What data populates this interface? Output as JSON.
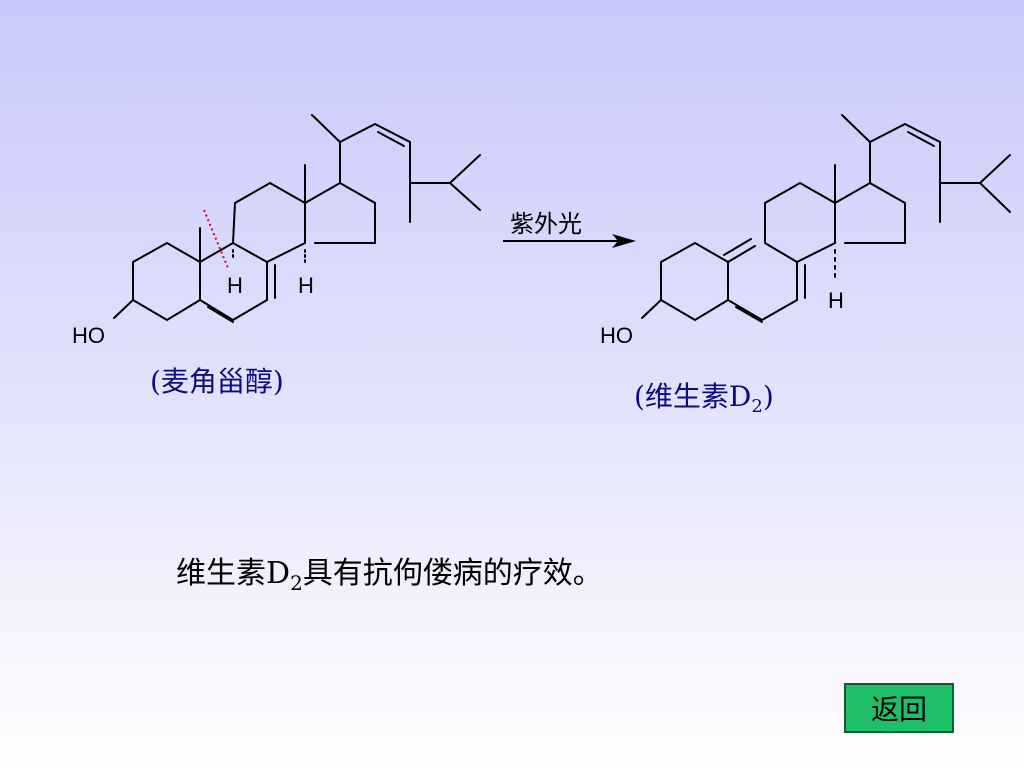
{
  "reaction": {
    "arrow_label": "紫外光",
    "ergosterol": {
      "hydroxyl": "HO",
      "h_labels": [
        "H",
        "H"
      ],
      "caption_prefix": "(麦角甾醇)"
    },
    "vitamin_d2": {
      "hydroxyl": "HO",
      "h_label": "H",
      "caption_prefix": "(维生素D",
      "caption_sub": "2",
      "caption_suffix": ")"
    }
  },
  "statement": {
    "prefix": "维生素D",
    "sub": "2",
    "suffix": "具有抗佝偻病的疗效。"
  },
  "back_button": {
    "label": "返回"
  },
  "colors": {
    "caption": "#0c0c80",
    "cleavage_mark": "#e0002a",
    "button_fill": "#1fbf6a"
  }
}
